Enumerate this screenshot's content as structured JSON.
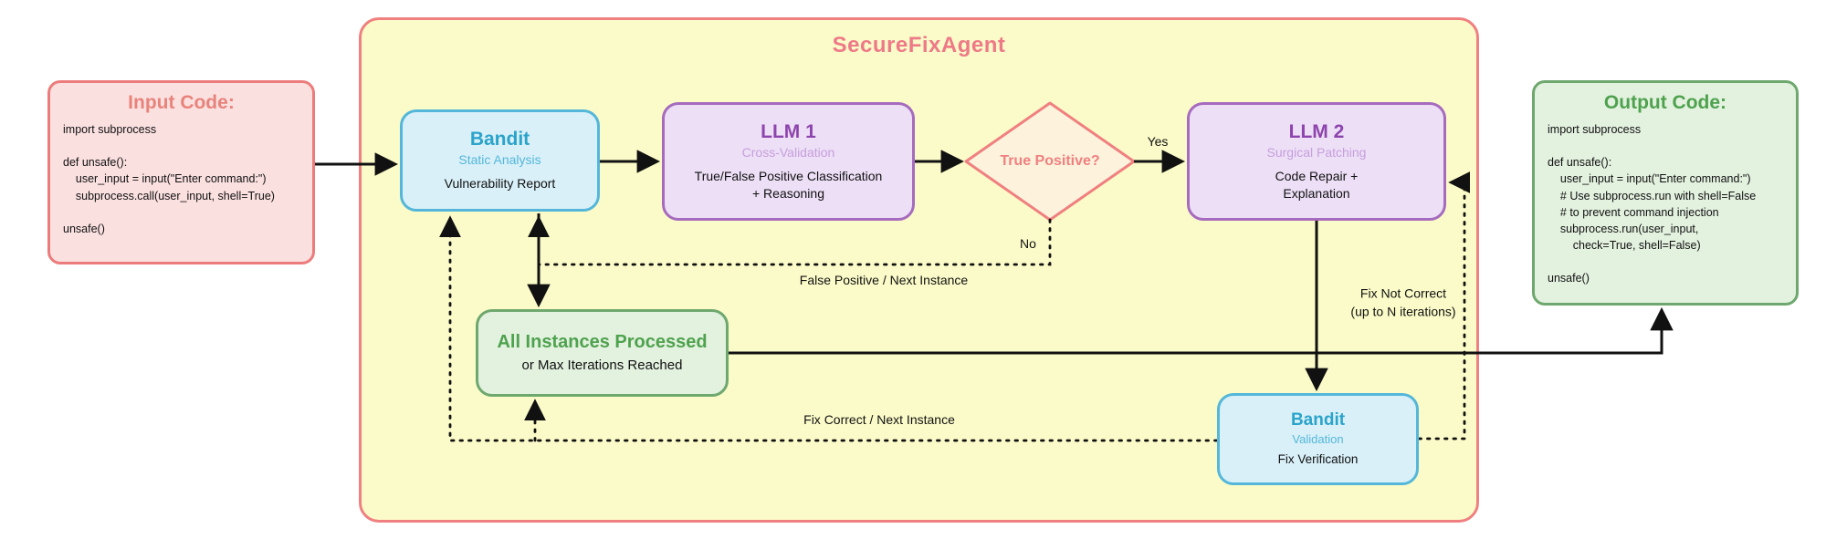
{
  "agent": {
    "title": "SecureFixAgent"
  },
  "input_box": {
    "title": "Input Code:",
    "code": "import subprocess\n\ndef unsafe():\n    user_input = input(\"Enter command:\")\n    subprocess.call(user_input, shell=True)\n\nunsafe()"
  },
  "output_box": {
    "title": "Output Code:",
    "code": "import subprocess\n\ndef unsafe():\n    user_input = input(\"Enter command:\")\n    # Use subprocess.run with shell=False\n    # to prevent command injection\n    subprocess.run(user_input,\n        check=True, shell=False)\n\nunsafe()"
  },
  "nodes": {
    "bandit_static": {
      "title": "Bandit",
      "subtitle": "Static Analysis",
      "body": "Vulnerability Report"
    },
    "llm1": {
      "title": "LLM 1",
      "subtitle": "Cross-Validation",
      "body": "True/False Positive Classification\n+ Reasoning"
    },
    "decision": {
      "label": "True Positive?"
    },
    "llm2": {
      "title": "LLM 2",
      "subtitle": "Surgical Patching",
      "body": "Code Repair +\nExplanation"
    },
    "all_instances": {
      "title": "All Instances Processed",
      "body": "or Max Iterations Reached"
    },
    "bandit_validation": {
      "title": "Bandit",
      "subtitle": "Validation",
      "body": "Fix Verification"
    }
  },
  "edge_labels": {
    "yes": "Yes",
    "no": "No",
    "false_positive": "False Positive / Next Instance",
    "fix_correct": "Fix Correct / Next Instance",
    "fix_not_correct": "Fix Not Correct\n(up to N iterations)"
  },
  "colors": {
    "container_fill": "#FBFBC9",
    "container_border": "#F08080",
    "salmon_text": "#EE7987",
    "teal_title": "#2BA3CB",
    "purple_title": "#8E44AD",
    "green_title": "#4EA24E",
    "arrow": "#111111"
  }
}
